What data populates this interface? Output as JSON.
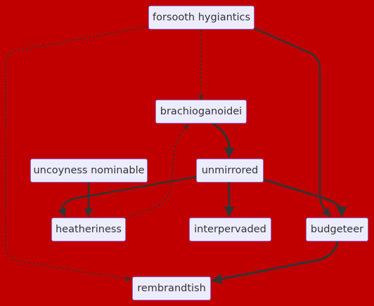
{
  "nodes": {
    "forsooth_hygiantics": "forsooth hygiantics",
    "brachioganoidei": "brachioganoidei",
    "uncoyness_nominable": "uncoyness nominable",
    "unmirrored": "unmirrored",
    "heatheriness": "heatheriness",
    "interpervaded": "interpervaded",
    "budgeteer": "budgeteer",
    "rembrandtish": "rembrandtish"
  },
  "edges": [
    {
      "from": "forsooth hygiantics",
      "to": "brachioganoidei",
      "style": "dotted"
    },
    {
      "from": "forsooth hygiantics",
      "to": "budgeteer",
      "style": "solid"
    },
    {
      "from": "forsooth hygiantics",
      "to": "rembrandtish",
      "style": "dotted"
    },
    {
      "from": "brachioganoidei",
      "to": "unmirrored",
      "style": "thick"
    },
    {
      "from": "uncoyness nominable",
      "to": "heatheriness",
      "style": "solid"
    },
    {
      "from": "unmirrored",
      "to": "heatheriness",
      "style": "solid"
    },
    {
      "from": "unmirrored",
      "to": "interpervaded",
      "style": "thick"
    },
    {
      "from": "unmirrored",
      "to": "budgeteer",
      "style": "thick"
    },
    {
      "from": "heatheriness",
      "to": "brachioganoidei",
      "style": "dotted"
    },
    {
      "from": "budgeteer",
      "to": "rembrandtish",
      "style": "thick"
    }
  ],
  "colors": {
    "background": "#c00000",
    "node_fill": "#ececff",
    "node_border": "#9370db",
    "edge": "#333333",
    "text": "#333333"
  }
}
